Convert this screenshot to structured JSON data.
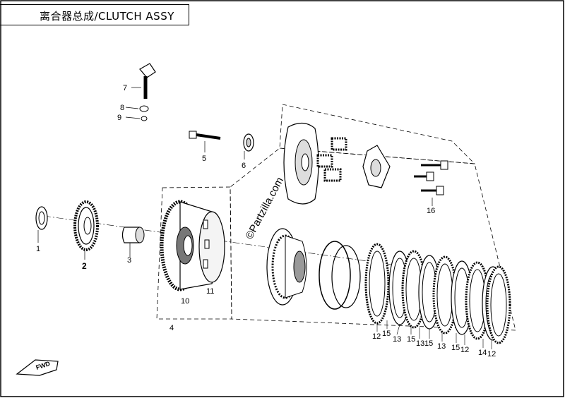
{
  "title": "离合器总成/CLUTCH ASSY",
  "watermark": "©Partzilla.com",
  "fwd_mark": "FWD",
  "callouts": {
    "c1": "1",
    "c2": "2",
    "c3": "3",
    "c4": "4",
    "c5": "5",
    "c6": "6",
    "c7": "7",
    "c8": "8",
    "c9": "9",
    "c10": "10",
    "c11": "11",
    "c16": "16",
    "s12a": "12",
    "s15a": "15",
    "s13a": "13",
    "s15b": "15",
    "s13b": "13",
    "s15c": "15",
    "s13c": "13",
    "s15d": "15",
    "s12b": "12",
    "s14": "14",
    "s12c": "12"
  }
}
